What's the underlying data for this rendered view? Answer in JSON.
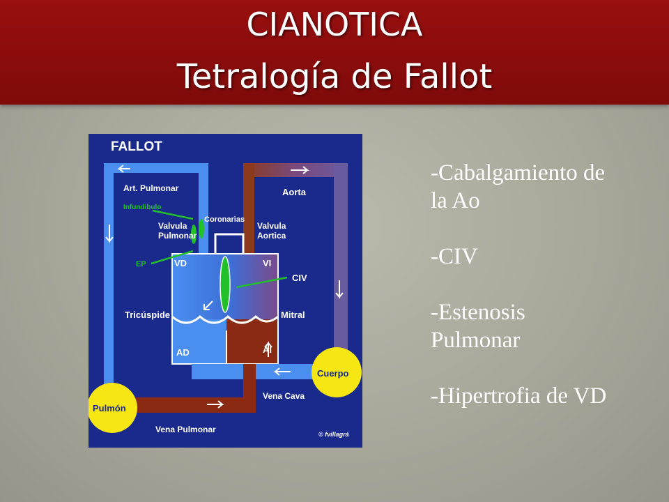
{
  "slide": {
    "title": "CIANOTICA",
    "subtitle": "Tetralogía de Fallot"
  },
  "diagram": {
    "heading": "FALLOT",
    "labels": {
      "art_pulmonar": "Art. Pulmonar",
      "infundibulo": "Infundibulo",
      "valvula_pulmonar_1": "Valvula",
      "valvula_pulmonar_2": "Pulmonar",
      "coronarias": "Coronarias",
      "valvula_aortica_1": "Valvula",
      "valvula_aortica_2": "Aortica",
      "aorta": "Aorta",
      "ep": "EP",
      "vd": "VD",
      "vi": "VI",
      "civ": "CIV",
      "tricuspide": "Tricúspide",
      "mitral": "Mitral",
      "ad": "AD",
      "ai": "AI",
      "cuerpo": "Cuerpo",
      "vena_cava": "Vena Cava",
      "pulmon": "Pulmón",
      "vena_pulmonar": "Vena Pulmonar",
      "credit": "© fvillagrá"
    },
    "colors": {
      "background": "#1a2a8c",
      "venous": "#4a8ef0",
      "arterial": "#8b2a12",
      "organ": "#f5e614",
      "valve": "#22c02a"
    }
  },
  "bullets": [
    {
      "lines": [
        "-Cabalgamiento de",
        "la Ao"
      ]
    },
    {
      "lines": [
        "-CIV"
      ]
    },
    {
      "lines": [
        "-Estenosis",
        "Pulmonar"
      ]
    },
    {
      "lines": [
        "-Hipertrofia de VD"
      ]
    }
  ]
}
